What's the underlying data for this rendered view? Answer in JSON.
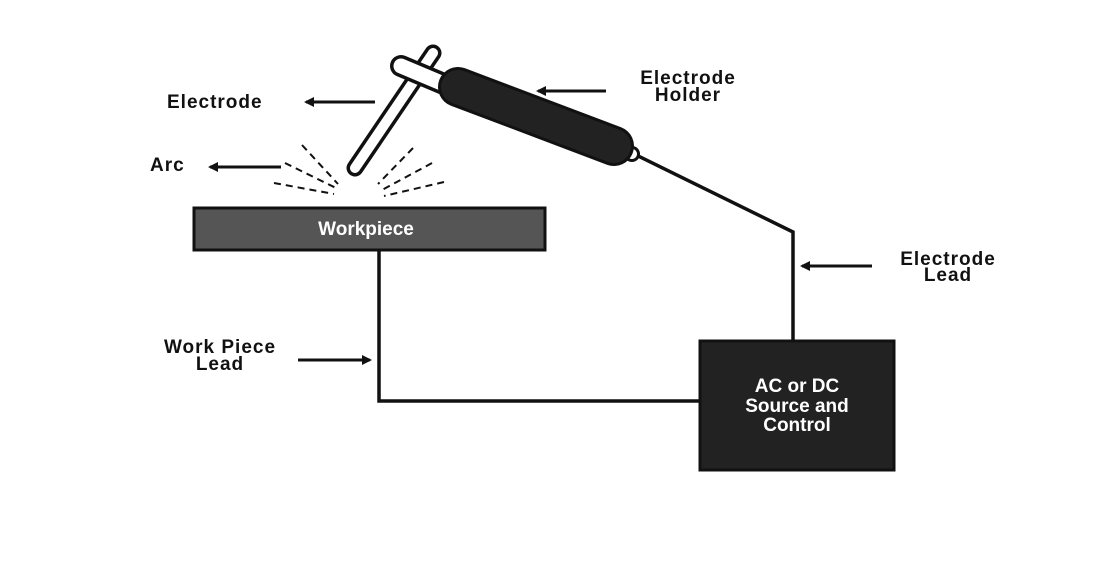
{
  "labels": {
    "electrode": "Electrode",
    "arc": "Arc",
    "electrode_holder": [
      "Electrode",
      "Holder"
    ],
    "electrode_lead": [
      "Electrode",
      "Lead"
    ],
    "work_piece_lead": [
      "Work Piece",
      "Lead"
    ],
    "workpiece": "Workpiece",
    "source": [
      "AC or DC",
      "Source and",
      "Control"
    ]
  },
  "colors": {
    "workpiece_fill": "#555555",
    "source_fill": "#222222",
    "holder_fill": "#222222"
  }
}
